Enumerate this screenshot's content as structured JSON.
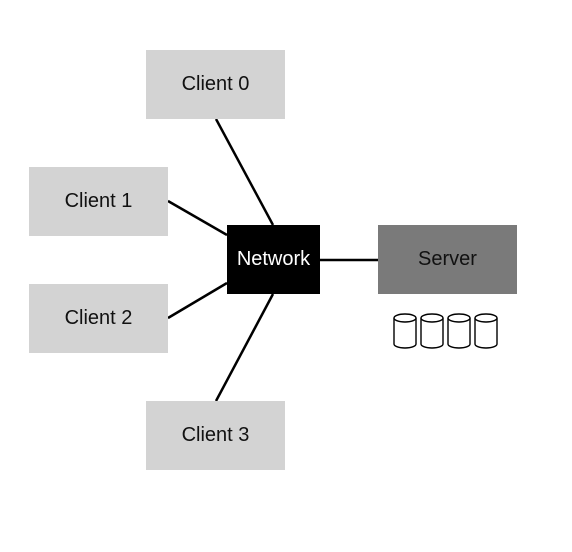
{
  "diagram": {
    "clients": [
      {
        "label": "Client 0"
      },
      {
        "label": "Client 1"
      },
      {
        "label": "Client 2"
      },
      {
        "label": "Client 3"
      }
    ],
    "network": {
      "label": "Network"
    },
    "server": {
      "label": "Server",
      "disk_count": 4
    },
    "colors": {
      "client_fill": "#d3d3d3",
      "network_fill": "#000000",
      "server_fill": "#7a7a7a",
      "line": "#000000"
    }
  }
}
